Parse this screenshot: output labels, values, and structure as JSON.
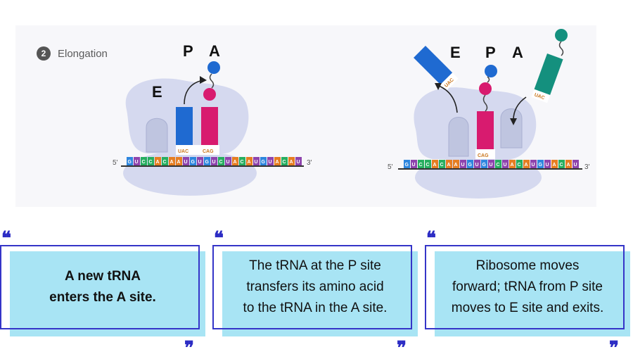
{
  "step": {
    "number": "2",
    "label": "Elongation"
  },
  "left_diagram": {
    "sites": {
      "e": "E",
      "p": "P",
      "a": "A"
    },
    "strand_5": "5'",
    "strand_3": "3'",
    "anticodon_p": "UAC",
    "anticodon_a": "CAG",
    "mrna": "GUCCACAAUGUGUCUACAUGUACAU"
  },
  "right_diagram": {
    "sites": {
      "e": "E",
      "p": "P",
      "a": "A"
    },
    "strand_5": "5'",
    "strand_3": "3'",
    "anticodon_exit": "UAC",
    "anticodon_p": "CAG",
    "anticodon_enter": "UAC",
    "mrna": "GUCCACAAUGUGUCUACAUGUACAU"
  },
  "captions": [
    {
      "text_line1": "A new tRNA",
      "text_line2": "enters the A site."
    },
    {
      "text_line1": "The tRNA at the P site",
      "text_line2": "transfers its amino acid",
      "text_line3": "to the tRNA in the A site."
    },
    {
      "text_line1": "Ribosome moves",
      "text_line2": "forward; tRNA from P site",
      "text_line3": "moves to E site and exits."
    }
  ],
  "quote_open": "❝",
  "quote_close": "❞",
  "colors": {
    "ribosome": "#d5d9ef",
    "trna_blue": "#1f6ad1",
    "trna_pink": "#d81b6f",
    "trna_teal": "#14907e",
    "frame": "#3535c8",
    "box_fill": "#a8e4f4"
  }
}
